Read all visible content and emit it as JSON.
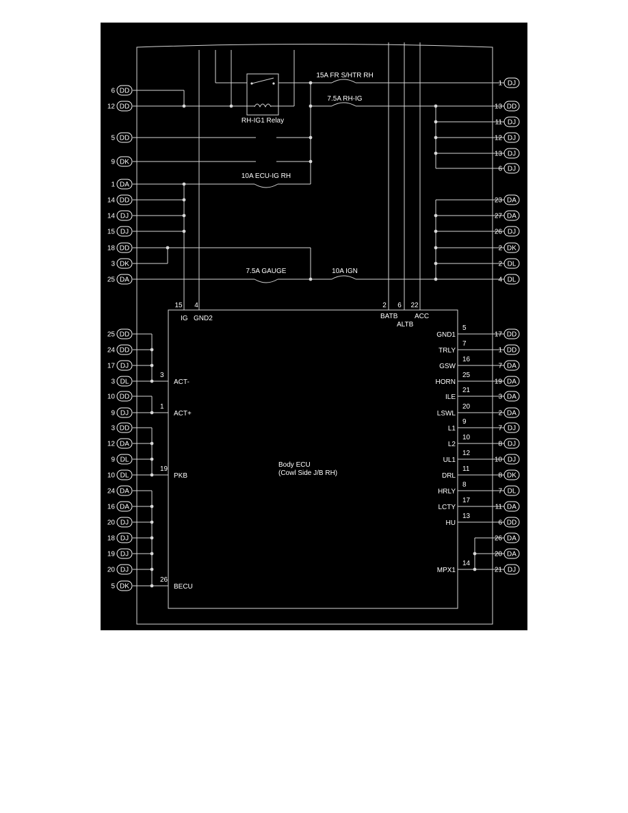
{
  "colors": {
    "background": "#000000",
    "wire": "#d8d8d8",
    "text": "#ffffff",
    "page": "#ffffff"
  },
  "relay": {
    "label": "RH-IG1 Relay"
  },
  "fuses": {
    "fr_shtr": "15A FR S/HTR RH",
    "rh_ig": "7.5A RH-IG",
    "ecu_ig": "10A ECU-IG RH",
    "gauge": "7.5A GAUGE",
    "ign": "10A IGN"
  },
  "ecu": {
    "title": "Body ECU",
    "subtitle": "(Cowl Side J/B RH)",
    "top_pins": [
      {
        "num": "15",
        "name": "IG"
      },
      {
        "num": "4",
        "name": "GND2"
      },
      {
        "num": "2",
        "name": "BATB"
      },
      {
        "num": "6",
        "name": "ALTB"
      },
      {
        "num": "22",
        "name": "ACC"
      }
    ],
    "left_pins": [
      {
        "num": "3",
        "name": "ACT-"
      },
      {
        "num": "1",
        "name": "ACT+"
      },
      {
        "num": "19",
        "name": "PKB"
      },
      {
        "num": "26",
        "name": "BECU"
      }
    ],
    "right_pins": [
      {
        "num": "5",
        "name": "GND1"
      },
      {
        "num": "7",
        "name": "TRLY"
      },
      {
        "num": "16",
        "name": "GSW"
      },
      {
        "num": "25",
        "name": "HORN"
      },
      {
        "num": "21",
        "name": "ILE"
      },
      {
        "num": "20",
        "name": "LSWL"
      },
      {
        "num": "9",
        "name": "L1"
      },
      {
        "num": "10",
        "name": "L2"
      },
      {
        "num": "12",
        "name": "UL1"
      },
      {
        "num": "11",
        "name": "DRL"
      },
      {
        "num": "8",
        "name": "HRLY"
      },
      {
        "num": "17",
        "name": "LCTY"
      },
      {
        "num": "13",
        "name": "HU"
      },
      {
        "num": "14",
        "name": "MPX1"
      }
    ]
  },
  "left_connectors_upper": [
    {
      "num": "6",
      "conn": "DD"
    },
    {
      "num": "12",
      "conn": "DD"
    },
    {
      "num": "5",
      "conn": "DD"
    },
    {
      "num": "9",
      "conn": "DK"
    },
    {
      "num": "1",
      "conn": "DA"
    },
    {
      "num": "14",
      "conn": "DD"
    },
    {
      "num": "14",
      "conn": "DJ"
    },
    {
      "num": "15",
      "conn": "DJ"
    },
    {
      "num": "18",
      "conn": "DD"
    },
    {
      "num": "3",
      "conn": "DK"
    },
    {
      "num": "25",
      "conn": "DA"
    }
  ],
  "right_connectors_upper": [
    {
      "num": "1",
      "conn": "DJ"
    },
    {
      "num": "13",
      "conn": "DD"
    },
    {
      "num": "11",
      "conn": "DJ"
    },
    {
      "num": "12",
      "conn": "DJ"
    },
    {
      "num": "13",
      "conn": "DJ"
    },
    {
      "num": "6",
      "conn": "DJ"
    },
    {
      "num": "23",
      "conn": "DA"
    },
    {
      "num": "27",
      "conn": "DA"
    },
    {
      "num": "26",
      "conn": "DJ"
    },
    {
      "num": "2",
      "conn": "DK"
    },
    {
      "num": "2",
      "conn": "DL"
    },
    {
      "num": "4",
      "conn": "DL"
    }
  ],
  "left_connectors_lower": [
    {
      "num": "25",
      "conn": "DD"
    },
    {
      "num": "24",
      "conn": "DD"
    },
    {
      "num": "17",
      "conn": "DJ"
    },
    {
      "num": "3",
      "conn": "DL"
    },
    {
      "num": "10",
      "conn": "DD"
    },
    {
      "num": "9",
      "conn": "DJ"
    },
    {
      "num": "3",
      "conn": "DD"
    },
    {
      "num": "12",
      "conn": "DA"
    },
    {
      "num": "9",
      "conn": "DL"
    },
    {
      "num": "10",
      "conn": "DL"
    },
    {
      "num": "24",
      "conn": "DA"
    },
    {
      "num": "16",
      "conn": "DA"
    },
    {
      "num": "20",
      "conn": "DJ"
    },
    {
      "num": "18",
      "conn": "DJ"
    },
    {
      "num": "19",
      "conn": "DJ"
    },
    {
      "num": "20",
      "conn": "DJ"
    },
    {
      "num": "5",
      "conn": "DK"
    }
  ],
  "right_connectors_lower": [
    {
      "num": "17",
      "conn": "DD"
    },
    {
      "num": "1",
      "conn": "DD"
    },
    {
      "num": "7",
      "conn": "DA"
    },
    {
      "num": "19",
      "conn": "DA"
    },
    {
      "num": "3",
      "conn": "DA"
    },
    {
      "num": "2",
      "conn": "DA"
    },
    {
      "num": "7",
      "conn": "DJ"
    },
    {
      "num": "8",
      "conn": "DJ"
    },
    {
      "num": "10",
      "conn": "DJ"
    },
    {
      "num": "8",
      "conn": "DK"
    },
    {
      "num": "7",
      "conn": "DL"
    },
    {
      "num": "11",
      "conn": "DA"
    },
    {
      "num": "6",
      "conn": "DD"
    },
    {
      "num": "26",
      "conn": "DA"
    },
    {
      "num": "20",
      "conn": "DA"
    },
    {
      "num": "21",
      "conn": "DJ"
    }
  ]
}
